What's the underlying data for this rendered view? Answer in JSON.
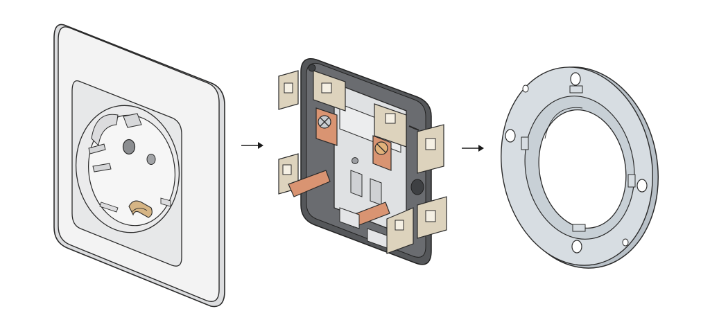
{
  "diagram": {
    "type": "exploded-assembly-sequence",
    "steps": [
      {
        "part": "socket-faceplate",
        "icon": "schuko-socket-faceplate"
      },
      {
        "part": "socket-mechanism",
        "icon": "socket-insert-mechanism"
      },
      {
        "part": "mounting-ring",
        "icon": "flush-mount-ring"
      }
    ],
    "connectors": [
      "arrow-right",
      "arrow-right"
    ],
    "colors": {
      "outline": "#2a2a2a",
      "faceplate": "#f2f2f2",
      "faceplate_shadow": "#d9dadb",
      "terminal_tan": "#ddd3bd",
      "copper": "#d99472",
      "mechanism_base": "#55575a",
      "mechanism_body": "#dfe1e3",
      "ring_steel": "#d7dde2"
    }
  }
}
